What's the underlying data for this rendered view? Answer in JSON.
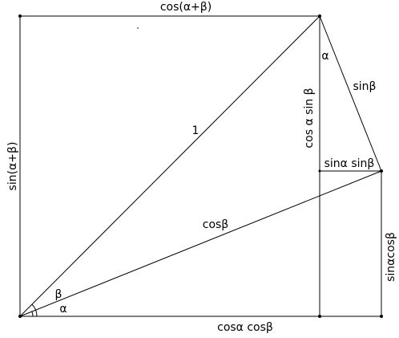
{
  "diagram": {
    "labels": {
      "top": "cos(α+β)",
      "left": "sin(α+β)",
      "hypotenuse": "1",
      "upper_vertical": "cos α sin β",
      "sin_beta": "sinβ",
      "alpha_top": "α",
      "sin_a_sin_b": "sinα sinβ",
      "cos_beta": "cosβ",
      "right_vertical": "sinαcosβ",
      "beta_angle": "β",
      "alpha_angle": "α",
      "bottom": "cosα cosβ"
    },
    "colors": {
      "line": "#000000",
      "background": "#ffffff"
    }
  }
}
